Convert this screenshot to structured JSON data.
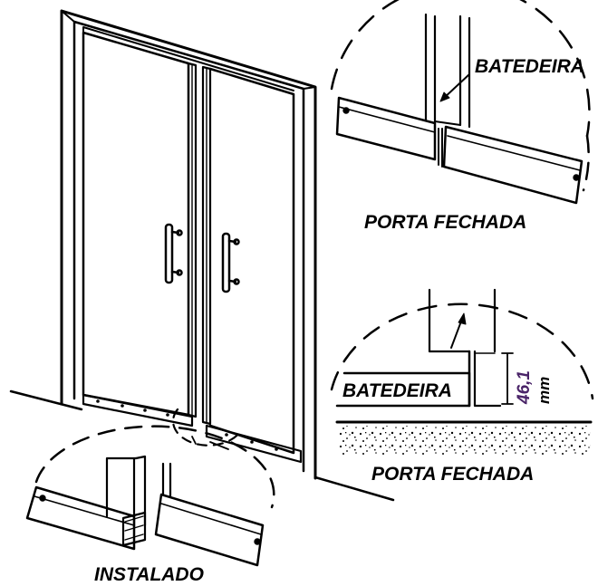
{
  "labels": {
    "top_detail_label": "BATEDEIRA",
    "top_detail_caption": "PORTA FECHADA",
    "right_detail_label": "BATEDEIRA",
    "right_detail_caption": "PORTA FECHADA",
    "installed_caption": "INSTALADO",
    "dimension_value": "46,1",
    "dimension_unit": "mm"
  },
  "colors": {
    "line": "#000000",
    "dimension_text": "#4a2468",
    "background": "#ffffff"
  }
}
